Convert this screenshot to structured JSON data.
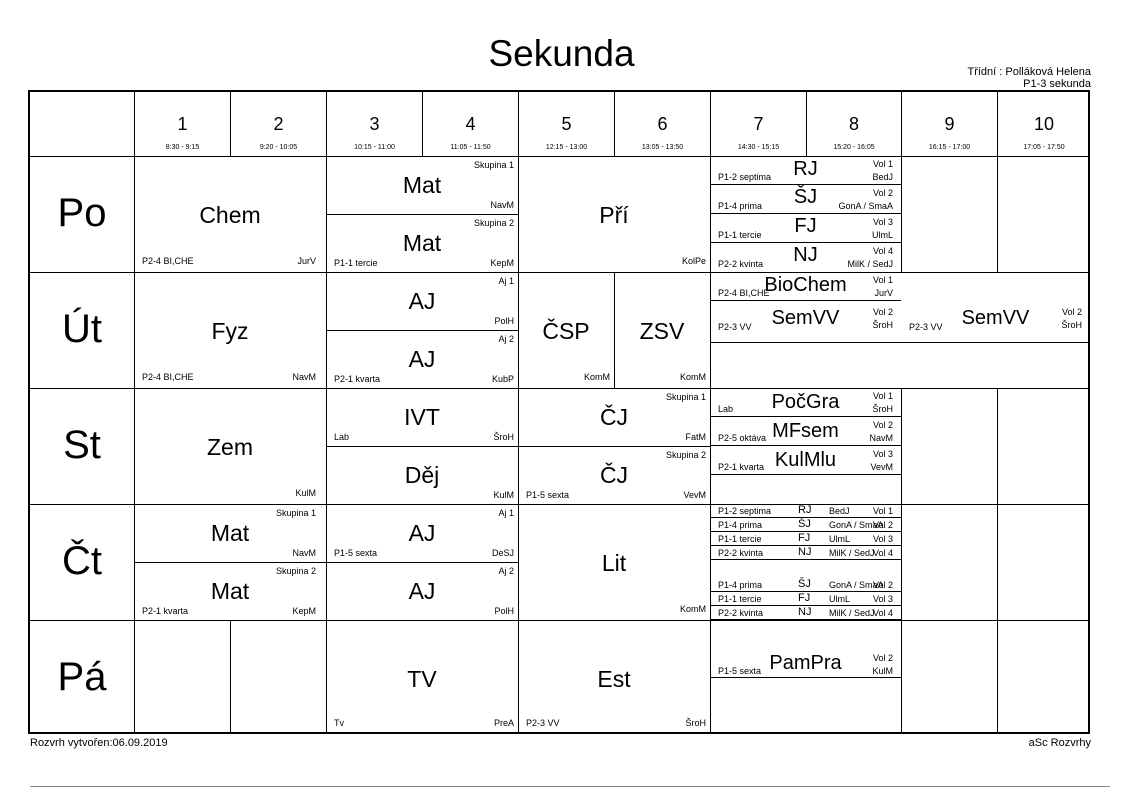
{
  "title": "Sekunda",
  "class_teacher": "Třídní : Polláková Helena",
  "class_name": "P1-3 sekunda",
  "footer_created": "Rozvrh vytvořen:06.09.2019",
  "footer_brand": "aSc Rozvrhy",
  "periods": [
    {
      "num": "1",
      "time": "8:30 - 9:15"
    },
    {
      "num": "2",
      "time": "9:20 - 10:05"
    },
    {
      "num": "3",
      "time": "10:15 - 11:00"
    },
    {
      "num": "4",
      "time": "11:05 - 11:50"
    },
    {
      "num": "5",
      "time": "12:15 - 13:00"
    },
    {
      "num": "6",
      "time": "13:05 - 13:50"
    },
    {
      "num": "7",
      "time": "14:30 - 15:15"
    },
    {
      "num": "8",
      "time": "15:20 - 16:05"
    },
    {
      "num": "9",
      "time": "16:15 - 17:00"
    },
    {
      "num": "10",
      "time": "17:05 - 17:50"
    }
  ],
  "days": [
    "Po",
    "Út",
    "St",
    "Čt",
    "Pá"
  ],
  "po": {
    "chem": {
      "subject": "Chem",
      "group": "P2-4 BI,CHE",
      "teacher": "JurV"
    },
    "mat1": {
      "subject": "Mat",
      "label": "Skupina 1",
      "teacher": "NavM"
    },
    "mat2": {
      "subject": "Mat",
      "label": "Skupina 2",
      "group": "P1-1 tercie",
      "teacher": "KepM"
    },
    "pri": {
      "subject": "Pří",
      "teacher": "KolPe"
    },
    "rj": {
      "subject": "RJ",
      "group": "P1-2 septima",
      "vol": "Vol 1",
      "teacher": "BedJ"
    },
    "sj": {
      "subject": "ŠJ",
      "group": "P1-4 prima",
      "vol": "Vol 2",
      "teacher": "GonA / SmaA"
    },
    "fj": {
      "subject": "FJ",
      "group": "P1-1 tercie",
      "vol": "Vol 3",
      "teacher": "UlmL"
    },
    "nj": {
      "subject": "NJ",
      "group": "P2-2 kvinta",
      "vol": "Vol 4",
      "teacher": "MilK / SedJ"
    }
  },
  "ut": {
    "fyz": {
      "subject": "Fyz",
      "group": "P2-4 BI,CHE",
      "teacher": "NavM"
    },
    "aj1": {
      "subject": "AJ",
      "label": "Aj 1",
      "teacher": "PolH"
    },
    "aj2": {
      "subject": "AJ",
      "label": "Aj 2",
      "group": "P2-1 kvarta",
      "teacher": "KubP"
    },
    "csp": {
      "subject": "ČSP",
      "teacher": "KomM"
    },
    "zsv": {
      "subject": "ZSV",
      "teacher": "KomM"
    },
    "biochem": {
      "subject": "BioChem",
      "group": "P2-4 BI,CHE",
      "vol": "Vol 1",
      "teacher": "JurV"
    },
    "semvv1": {
      "subject": "SemVV",
      "group": "P2-3 VV",
      "vol": "Vol 2",
      "teacher": "ŠroH"
    },
    "semvv2": {
      "subject": "SemVV",
      "group": "P2-3 VV",
      "vol": "Vol 2",
      "teacher": "ŠroH"
    }
  },
  "st": {
    "zem": {
      "subject": "Zem",
      "teacher": "KulM"
    },
    "ivt": {
      "subject": "IVT",
      "group": "Lab",
      "teacher": "ŠroH"
    },
    "dej": {
      "subject": "Děj",
      "teacher": "KulM"
    },
    "cj1": {
      "subject": "ČJ",
      "label": "Skupina 1",
      "teacher": "FatM"
    },
    "cj2": {
      "subject": "ČJ",
      "label": "Skupina 2",
      "group": "P1-5 sexta",
      "teacher": "VevM"
    },
    "pocgra": {
      "subject": "PočGra",
      "group": "Lab",
      "vol": "Vol 1",
      "teacher": "ŠroH"
    },
    "mfsem": {
      "subject": "MFsem",
      "group": "P2-5 oktáva",
      "vol": "Vol 2",
      "teacher": "NavM"
    },
    "kulmlu": {
      "subject": "KulMlu",
      "group": "P2-1 kvarta",
      "vol": "Vol 3",
      "teacher": "VevM"
    }
  },
  "ct": {
    "mat1": {
      "subject": "Mat",
      "label": "Skupina 1",
      "teacher": "NavM"
    },
    "mat2": {
      "subject": "Mat",
      "label": "Skupina 2",
      "group": "P2-1 kvarta",
      "teacher": "KepM"
    },
    "aj1": {
      "subject": "AJ",
      "label": "Aj 1",
      "group": "P1-5 sexta",
      "teacher": "DeSJ"
    },
    "aj2": {
      "subject": "AJ",
      "label": "Aj 2",
      "teacher": "PolH"
    },
    "lit": {
      "subject": "Lit",
      "teacher": "KomM"
    },
    "rows": [
      {
        "group": "P1-2 septima",
        "subject": "RJ",
        "teacher": "BedJ",
        "vol": "Vol 1"
      },
      {
        "group": "P1-4 prima",
        "subject": "ŠJ",
        "teacher": "GonA / SmaA",
        "vol": "Vol 2"
      },
      {
        "group": "P1-1 tercie",
        "subject": "FJ",
        "teacher": "UlmL",
        "vol": "Vol 3"
      },
      {
        "group": "P2-2 kvinta",
        "subject": "NJ",
        "teacher": "MilK / SedJ",
        "vol": "Vol 4"
      },
      {
        "group": "P1-4 prima",
        "subject": "ŠJ",
        "teacher": "GonA / SmaA",
        "vol": "Vol 2"
      },
      {
        "group": "P1-1 tercie",
        "subject": "FJ",
        "teacher": "UlmL",
        "vol": "Vol 3"
      },
      {
        "group": "P2-2 kvinta",
        "subject": "NJ",
        "teacher": "MilK / SedJ",
        "vol": "Vol 4"
      }
    ]
  },
  "pa": {
    "tv": {
      "subject": "TV",
      "group": "Tv",
      "teacher": "PreA"
    },
    "est": {
      "subject": "Est",
      "group": "P2-3 VV",
      "teacher": "ŠroH"
    },
    "pampra": {
      "subject": "PamPra",
      "group": "P1-5 sexta",
      "vol": "Vol 2",
      "teacher": "KulM"
    }
  }
}
